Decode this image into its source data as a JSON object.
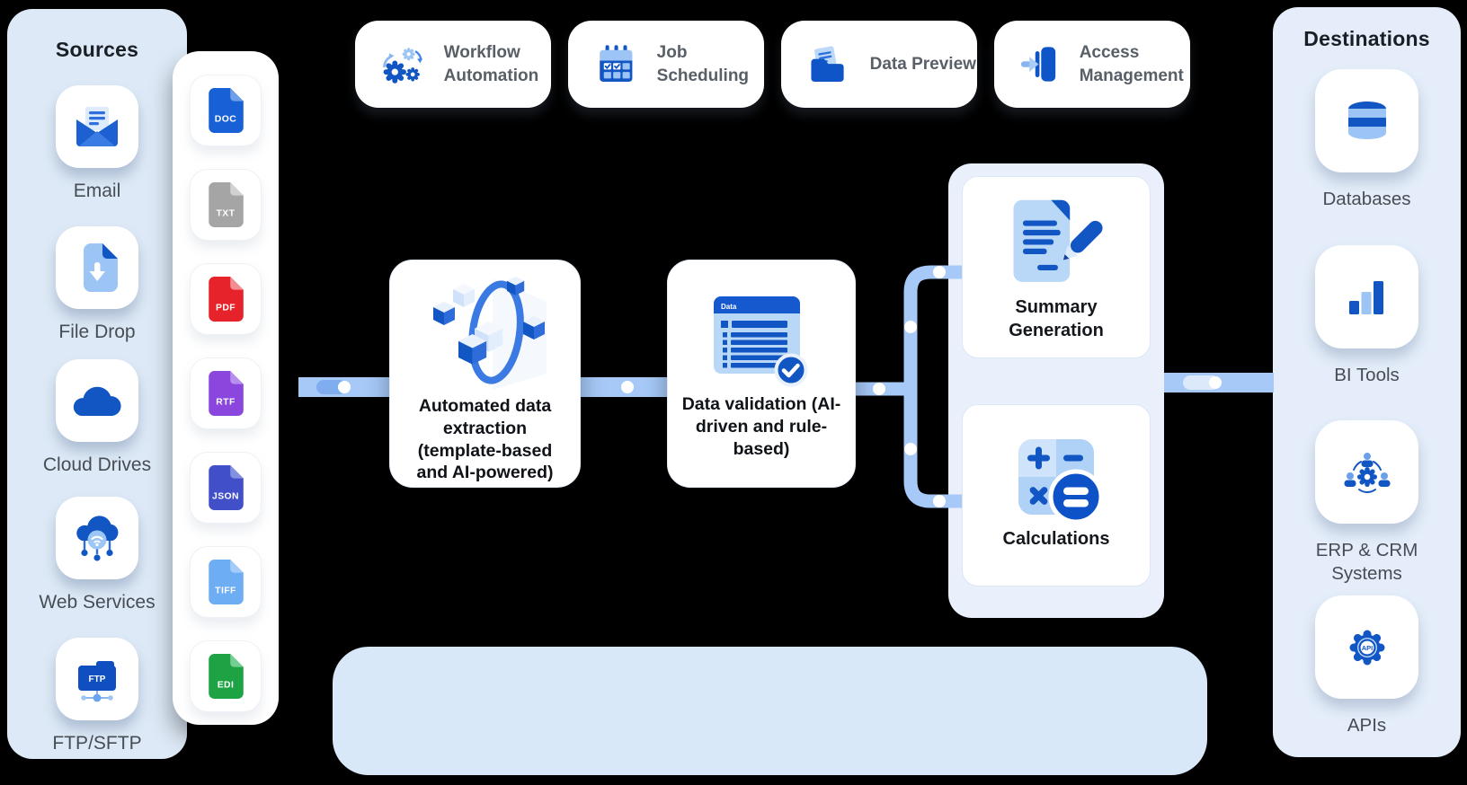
{
  "sources": {
    "title": "Sources",
    "items": [
      {
        "label": "Email"
      },
      {
        "label": "File Drop"
      },
      {
        "label": "Cloud Drives"
      },
      {
        "label": "Web Services"
      },
      {
        "label": "FTP/SFTP"
      }
    ]
  },
  "file_types": [
    {
      "label": "DOC",
      "color": "#1760d6",
      "fold": "#6f9fe9"
    },
    {
      "label": "TXT",
      "color": "#a5a5a5",
      "fold": "#d2d2d2"
    },
    {
      "label": "PDF",
      "color": "#e6232a",
      "fold": "#f28e92"
    },
    {
      "label": "RTF",
      "color": "#8a46dd",
      "fold": "#b88fee"
    },
    {
      "label": "JSON",
      "color": "#4150c8",
      "fold": "#8490e2"
    },
    {
      "label": "TIFF",
      "color": "#6cadf3",
      "fold": "#a3cdf8"
    },
    {
      "label": "EDI",
      "color": "#1ea344",
      "fold": "#74cf93"
    }
  ],
  "process": {
    "extraction_label": "Automated data extraction (template-based and AI-powered)",
    "validation_label": "Data validation (AI-driven and rule-based)"
  },
  "outputs": {
    "summary_label": "Summary Generation",
    "calculations_label": "Calculations"
  },
  "destinations": {
    "title": "Destinations",
    "items": [
      {
        "label": "Databases"
      },
      {
        "label": "BI Tools"
      },
      {
        "label": "ERP & CRM Systems"
      },
      {
        "label": "APIs"
      }
    ]
  },
  "features": [
    {
      "label": "Workflow Automation"
    },
    {
      "label": "Job Scheduling"
    },
    {
      "label": "Data Preview"
    },
    {
      "label": "Access Management"
    }
  ],
  "icon_badges": {
    "data": "Data",
    "ftp": "FTP",
    "api": "API"
  },
  "colors": {
    "primary_blue": "#1256c4",
    "mid_blue": "#2e6fdd",
    "connector_blue": "#a6c9f8",
    "sources_bg": "#dde9f6",
    "destinations_bg": "#e4edf9",
    "outputs_bg": "#e9f0fb",
    "features_bar_bg": "#d8e8f8",
    "heading_text": "#1a1f26",
    "label_text": "#474d55"
  }
}
